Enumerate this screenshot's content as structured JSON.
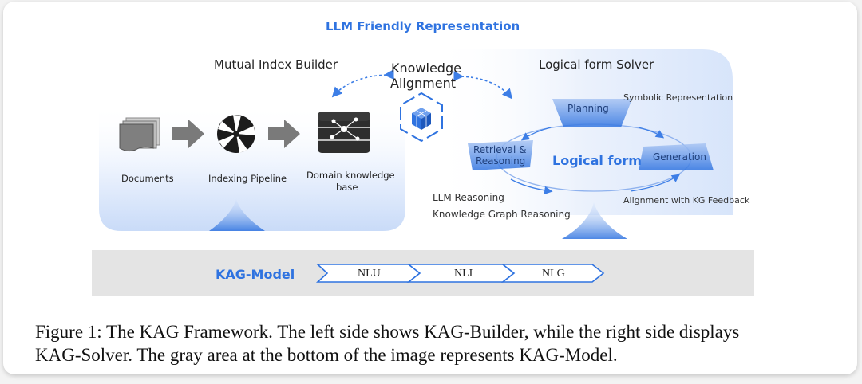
{
  "header": {
    "title": "LLM Friendly Representation"
  },
  "builder": {
    "title": "Mutual Index Builder",
    "steps": [
      {
        "label": "Documents",
        "icon": "documents-icon"
      },
      {
        "label": "Indexing Pipeline",
        "icon": "indexing-pipeline-icon"
      },
      {
        "label_line1": "Domain knowledge",
        "label_line2": "base",
        "icon": "database-icon"
      }
    ]
  },
  "alignment": {
    "line1": "Knowledge",
    "line2": "Alignment",
    "icon": "cube-hexagon-icon"
  },
  "solver": {
    "title": "Logical form Solver",
    "center": "Logical form",
    "nodes": {
      "planning": "Planning",
      "retrieval_line1": "Retrieval &",
      "retrieval_line2": "Reasoning",
      "generation": "Generation"
    },
    "notes": {
      "symbolic": "Symbolic Representation",
      "llm_reasoning": "LLM Reasoning",
      "kg_reasoning": "Knowledge Graph Reasoning",
      "alignment_feedback": "Alignment with KG Feedback"
    }
  },
  "model": {
    "title": "KAG-Model",
    "stages": [
      "NLU",
      "NLI",
      "NLG"
    ]
  },
  "caption": {
    "line1": "Figure 1: The KAG Framework. The left side shows KAG-Builder, while the right side displays",
    "line2": "KAG-Solver. The gray area at the bottom of the image represents KAG-Model."
  },
  "colors": {
    "accent": "#2f73e0",
    "panel_blue": "#dde9fb",
    "gray_band": "#e6e6e6",
    "arrow_gray": "#7a7a7a"
  }
}
